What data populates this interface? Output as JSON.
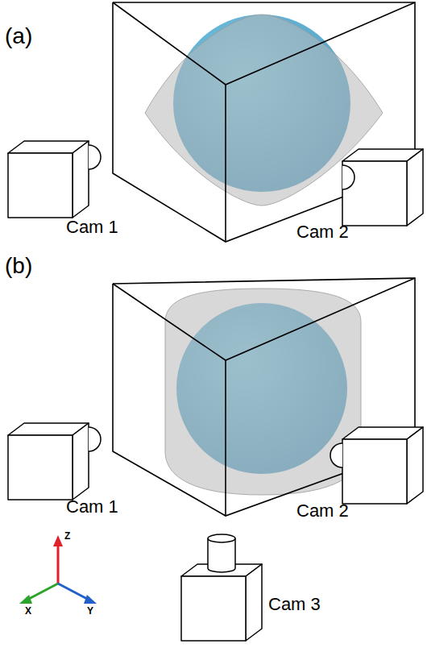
{
  "diagram": {
    "labels": [
      "(a)",
      "Cam 1",
      "Cam 2",
      "(b)",
      "Cam 1",
      "Cam 2",
      "Cam 3",
      "Z",
      "X",
      "Y"
    ]
  }
}
